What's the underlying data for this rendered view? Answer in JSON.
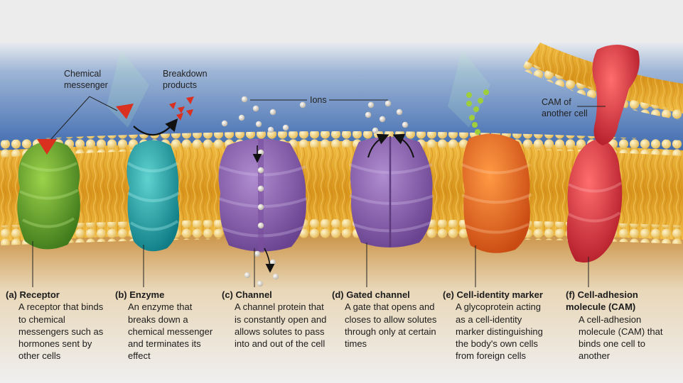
{
  "labels": {
    "chemical_messenger": "Chemical\nmessenger",
    "breakdown_products": "Breakdown\nproducts",
    "ions": "Ions",
    "cam_of_another_cell": "CAM of\nanother cell"
  },
  "captions": [
    {
      "id": "a",
      "title": "(a) Receptor",
      "text": "A receptor that binds to chemical messengers such as hormones sent by other cells"
    },
    {
      "id": "b",
      "title": "(b) Enzyme",
      "text": "An enzyme that breaks down a chemical messenger and terminates its effect"
    },
    {
      "id": "c",
      "title": "(c) Channel",
      "text": "A channel protein that is constantly open and allows solutes to pass into and out of the cell"
    },
    {
      "id": "d",
      "title": "(d) Gated channel",
      "text": "A gate that opens and closes to allow solutes through only at certain times"
    },
    {
      "id": "e",
      "title": "(e) Cell-identity marker",
      "text": "A glycoprotein acting as a cell-identity marker distinguishing the body's own cells from foreign cells"
    },
    {
      "id": "f",
      "title": "(f) Cell-adhesion molecule (CAM)",
      "text": "A cell-adhesion molecule (CAM) that binds one cell to another"
    }
  ],
  "colors": {
    "receptor": "#5f9a2a",
    "enzyme": "#1fa0a5",
    "channel": "#8a60ad",
    "gated": "#8a60ad",
    "marker": "#e9661f",
    "cam": "#d2323c",
    "lipid_head": "#f0d27a",
    "tail": "#e8a828",
    "sky": "#3f6fb0"
  }
}
